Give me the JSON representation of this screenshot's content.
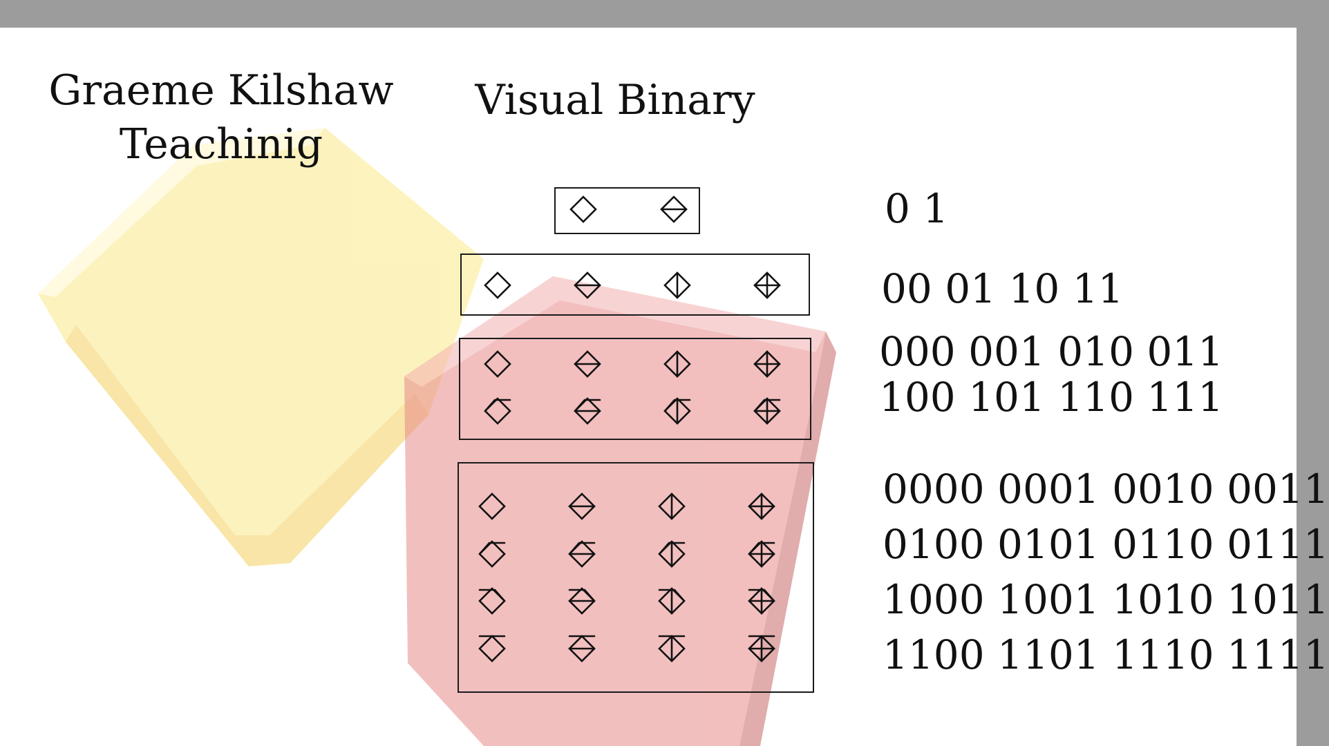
{
  "author": {
    "line1": "Graeme Kilshaw",
    "line2": "Teachinig"
  },
  "title": "Visual Binary",
  "rows": [
    {
      "bits": 1,
      "codes_lines": [
        "0 1"
      ]
    },
    {
      "bits": 2,
      "codes_lines": [
        "00 01 10 11"
      ]
    },
    {
      "bits": 3,
      "codes_lines": [
        "000 001 010 011",
        "100 101 110 111"
      ]
    },
    {
      "bits": 4,
      "codes_lines": [
        "0000 0001 0010 0011",
        "0100 0101 0110 0111",
        "1000 1001 1010 1011",
        "1100 1101 1110 1111"
      ]
    }
  ],
  "colors": {
    "frame": "#9c9c9c",
    "yellow_cube": "#fff3b8",
    "red_cube": "#f0a0a0"
  }
}
